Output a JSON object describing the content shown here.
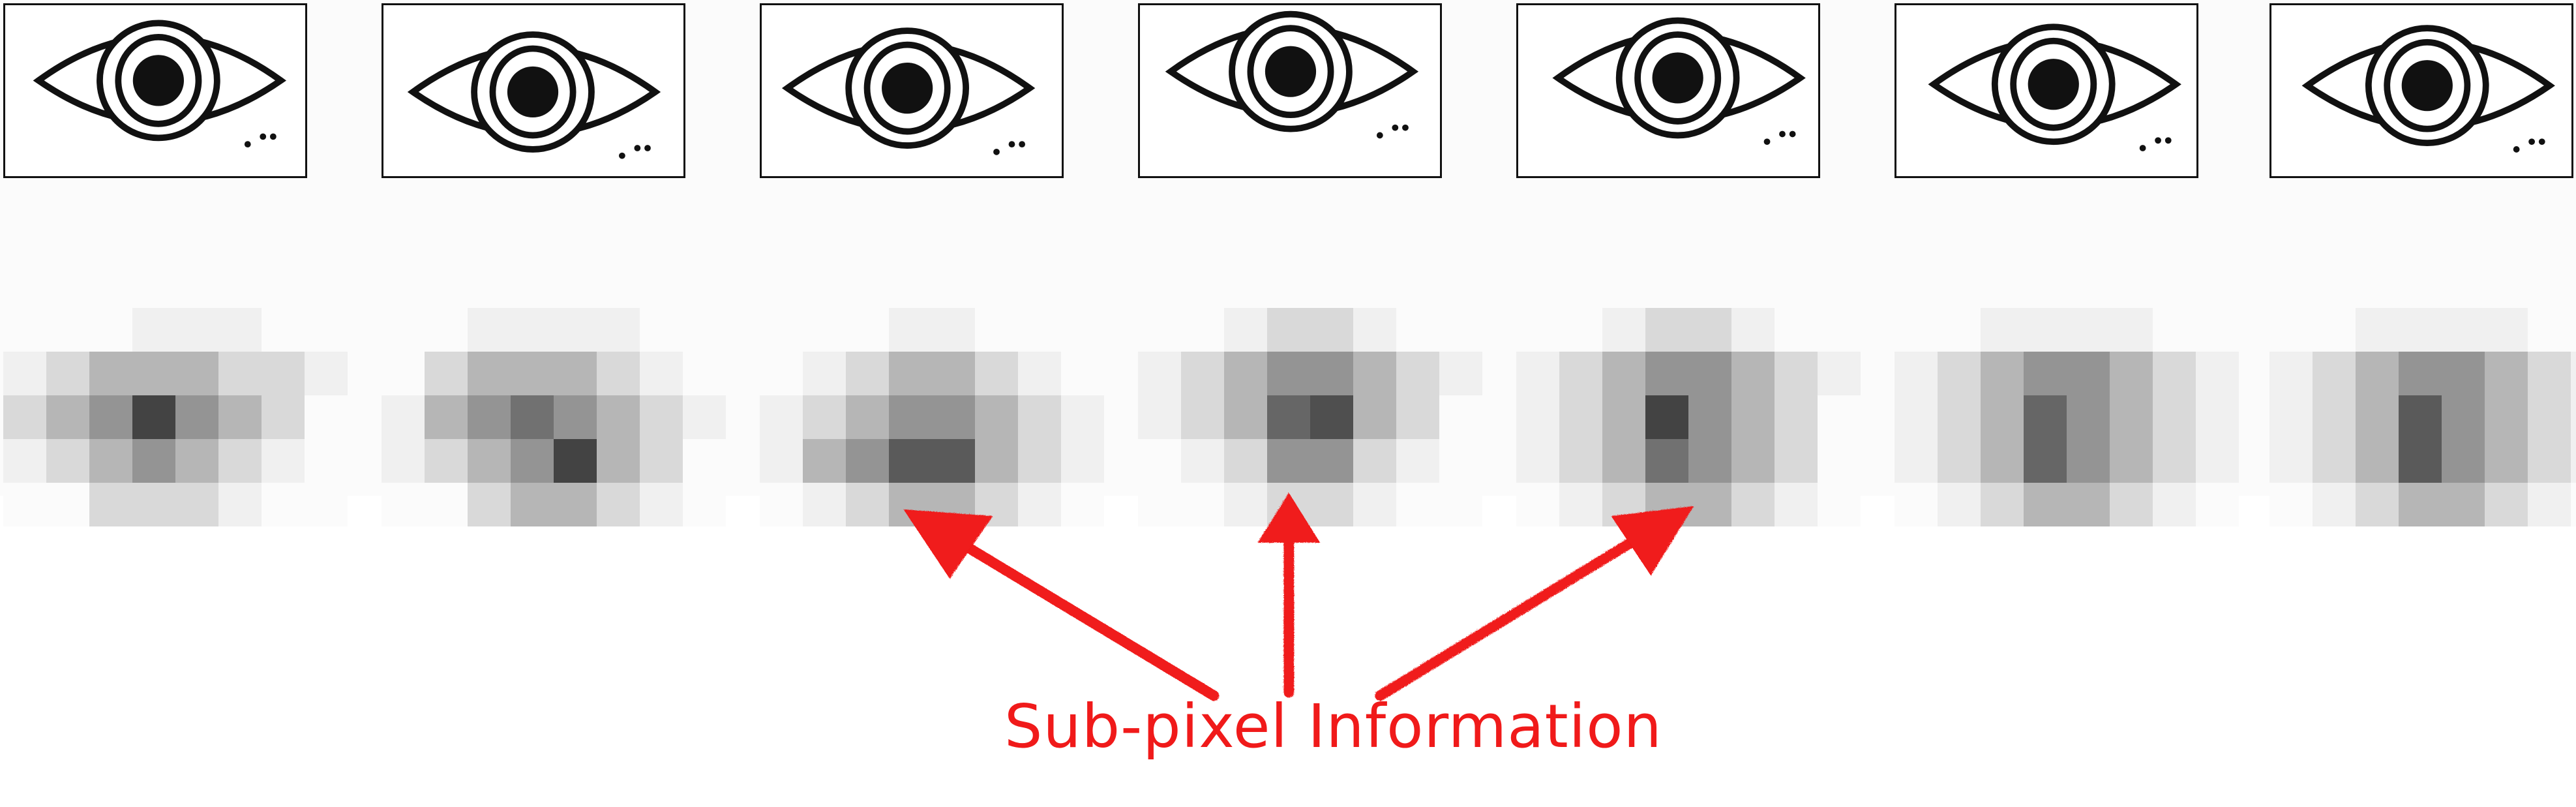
{
  "caption": "Sub-pixel Information",
  "colors": {
    "annotation": "#f01a1a",
    "ink": "#111111"
  },
  "icon": "eye-icon",
  "frames": [
    {
      "index": 1,
      "pixels": [
        [
          0,
          0,
          0,
          5,
          5,
          5,
          0,
          0
        ],
        [
          5,
          15,
          30,
          30,
          30,
          15,
          15,
          5
        ],
        [
          15,
          30,
          45,
          80,
          45,
          30,
          15,
          0
        ],
        [
          5,
          15,
          30,
          45,
          30,
          15,
          5,
          0
        ],
        [
          0,
          0,
          15,
          15,
          15,
          5,
          0,
          0
        ]
      ]
    },
    {
      "index": 2,
      "pixels": [
        [
          0,
          0,
          5,
          5,
          5,
          5,
          0,
          0
        ],
        [
          0,
          15,
          30,
          30,
          30,
          15,
          5,
          0
        ],
        [
          5,
          30,
          45,
          60,
          45,
          30,
          15,
          5
        ],
        [
          5,
          15,
          30,
          45,
          80,
          30,
          15,
          0
        ],
        [
          0,
          0,
          15,
          30,
          30,
          15,
          5,
          0
        ]
      ]
    },
    {
      "index": 3,
      "pixels": [
        [
          0,
          0,
          0,
          5,
          5,
          0,
          0,
          0
        ],
        [
          0,
          5,
          15,
          30,
          30,
          15,
          5,
          0
        ],
        [
          5,
          15,
          30,
          45,
          45,
          30,
          15,
          5
        ],
        [
          5,
          30,
          45,
          70,
          70,
          30,
          15,
          5
        ],
        [
          0,
          5,
          15,
          30,
          30,
          15,
          5,
          0
        ]
      ]
    },
    {
      "index": 4,
      "pixels": [
        [
          0,
          0,
          5,
          15,
          15,
          5,
          0,
          0
        ],
        [
          5,
          15,
          30,
          45,
          45,
          30,
          15,
          5
        ],
        [
          5,
          15,
          30,
          65,
          75,
          30,
          15,
          0
        ],
        [
          0,
          5,
          15,
          45,
          45,
          15,
          5,
          0
        ],
        [
          0,
          0,
          5,
          15,
          15,
          5,
          0,
          0
        ]
      ]
    },
    {
      "index": 5,
      "pixels": [
        [
          0,
          0,
          5,
          15,
          15,
          5,
          0,
          0
        ],
        [
          5,
          15,
          30,
          45,
          45,
          30,
          15,
          5
        ],
        [
          5,
          15,
          30,
          80,
          45,
          30,
          15,
          0
        ],
        [
          5,
          15,
          30,
          60,
          45,
          30,
          15,
          0
        ],
        [
          0,
          5,
          15,
          30,
          30,
          15,
          5,
          0
        ]
      ]
    },
    {
      "index": 6,
      "pixels": [
        [
          0,
          0,
          5,
          5,
          5,
          5,
          0,
          0
        ],
        [
          5,
          15,
          30,
          45,
          45,
          30,
          15,
          5
        ],
        [
          5,
          15,
          30,
          65,
          45,
          30,
          15,
          5
        ],
        [
          5,
          15,
          30,
          65,
          45,
          30,
          15,
          5
        ],
        [
          0,
          5,
          15,
          30,
          30,
          15,
          5,
          0
        ]
      ]
    },
    {
      "index": 7,
      "pixels": [
        [
          0,
          0,
          5,
          5,
          5,
          5,
          0,
          0
        ],
        [
          5,
          15,
          30,
          45,
          45,
          30,
          15,
          5
        ],
        [
          5,
          15,
          30,
          70,
          45,
          30,
          15,
          5
        ],
        [
          5,
          15,
          30,
          70,
          45,
          30,
          15,
          5
        ],
        [
          0,
          5,
          15,
          30,
          30,
          15,
          5,
          0
        ]
      ]
    }
  ]
}
